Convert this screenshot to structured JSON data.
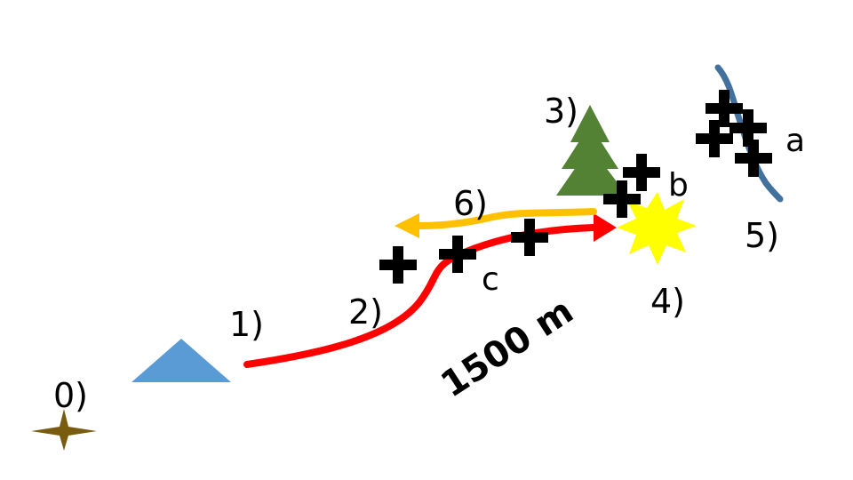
{
  "labels": {
    "l0": "0)",
    "l1": "1)",
    "l2": "2)",
    "l3": "3)",
    "l4": "4)",
    "l5": "5)",
    "l6": "6)",
    "la": "a",
    "lb": "b",
    "lc": "c"
  },
  "distance": "1500 m",
  "colors": {
    "star": "#7a5c10",
    "triangle": "#5b9bd5",
    "route_out": "#ff0000",
    "route_back": "#ffc000",
    "tree": "#548235",
    "burst": "#ffff00",
    "river": "#41719c",
    "cross": "#000000"
  },
  "icons": [
    "star-icon",
    "triangle-icon",
    "tree-icon",
    "burst-icon",
    "river-icon",
    "cross-icon",
    "arrow-icon"
  ]
}
